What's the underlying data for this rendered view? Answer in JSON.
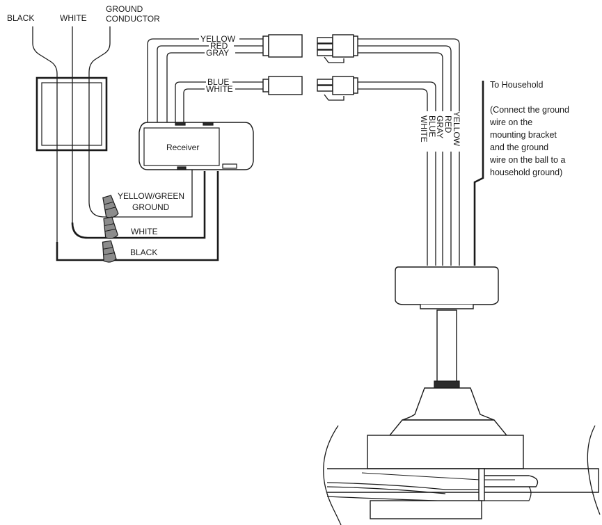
{
  "supply_labels": {
    "black": "BLACK",
    "white": "WHITE",
    "ground_line1": "GROUND",
    "ground_line2": "CONDUCTOR"
  },
  "receiver": {
    "label": "Receiver"
  },
  "receiver_output_labels": {
    "yellow": "YELLOW",
    "red": "RED",
    "gray": "GRAY",
    "blue": "BLUE",
    "white": "WHITE"
  },
  "connector_labels": {
    "yellow_green_line1": "YELLOW/GREEN",
    "yellow_green_line2": "GROUND",
    "white": "WHITE",
    "black": "BLACK"
  },
  "fan_wire_labels": {
    "yellow": "YELLOW",
    "red": "RED",
    "gray": "GRAY",
    "blue": "BLUE",
    "white": "WHITE"
  },
  "household_note": {
    "title": "To Household",
    "lines": [
      "(Connect the ground",
      "wire on the",
      "mounting bracket",
      "and the ground",
      "wire on the ball to a",
      "household ground)"
    ]
  },
  "colors": {
    "line": "#1a1a1a",
    "connector_fill": "#8c8c8c",
    "background": "#ffffff"
  }
}
